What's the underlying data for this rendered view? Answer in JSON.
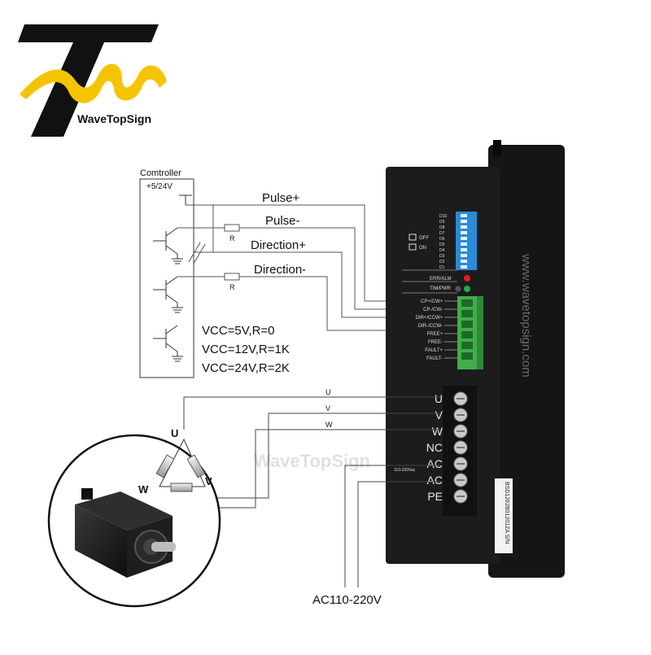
{
  "brand": {
    "name": "WaveTopSign",
    "website": "www.wavetopsign.com",
    "watermark": "WaveTopSign",
    "colors": {
      "logo_black": "#111111",
      "logo_yellow": "#f5c400"
    }
  },
  "controller": {
    "title": "Comtroller",
    "supply": "+5/24V",
    "resistor_label": "R",
    "vcc_notes": [
      "VCC=5V,R=0",
      "VCC=12V,R=1K",
      "VCC=24V,R=2K"
    ]
  },
  "signals": [
    "Pulse+",
    "Pulse-",
    "Direction+",
    "Direction-"
  ],
  "driver": {
    "dip_switch": {
      "off_label": "OFF",
      "on_label": "ON",
      "positions": [
        "D10",
        "D9",
        "D8",
        "D7",
        "D6",
        "D5",
        "D4",
        "D3",
        "D2",
        "D1"
      ]
    },
    "leds": [
      "ERR/ALM",
      "TIM/PWR"
    ],
    "signal_terminals": [
      "CP+/CW+",
      "CP-/CW-",
      "DIR+/CCW+",
      "DIR-/CCW-",
      "FREE+",
      "FREE-",
      "FAULT+",
      "FAULT-"
    ],
    "power_terminals": [
      "U",
      "V",
      "W",
      "NC",
      "AC",
      "AC",
      "PE"
    ],
    "voltage_marking": "110-220Vac",
    "side_sticker": "BSD1262B01201ZA S/N",
    "colors": {
      "body": "#1c1c1c",
      "terminal_green": "#3fae49",
      "dip_blue": "#2a8bd6",
      "led_red": "#e02020",
      "led_green": "#20b040"
    }
  },
  "motor": {
    "phase_labels": [
      "U",
      "V",
      "W"
    ],
    "wire_labels": [
      "U",
      "V",
      "W"
    ]
  },
  "ac_input": "AC110-220V"
}
